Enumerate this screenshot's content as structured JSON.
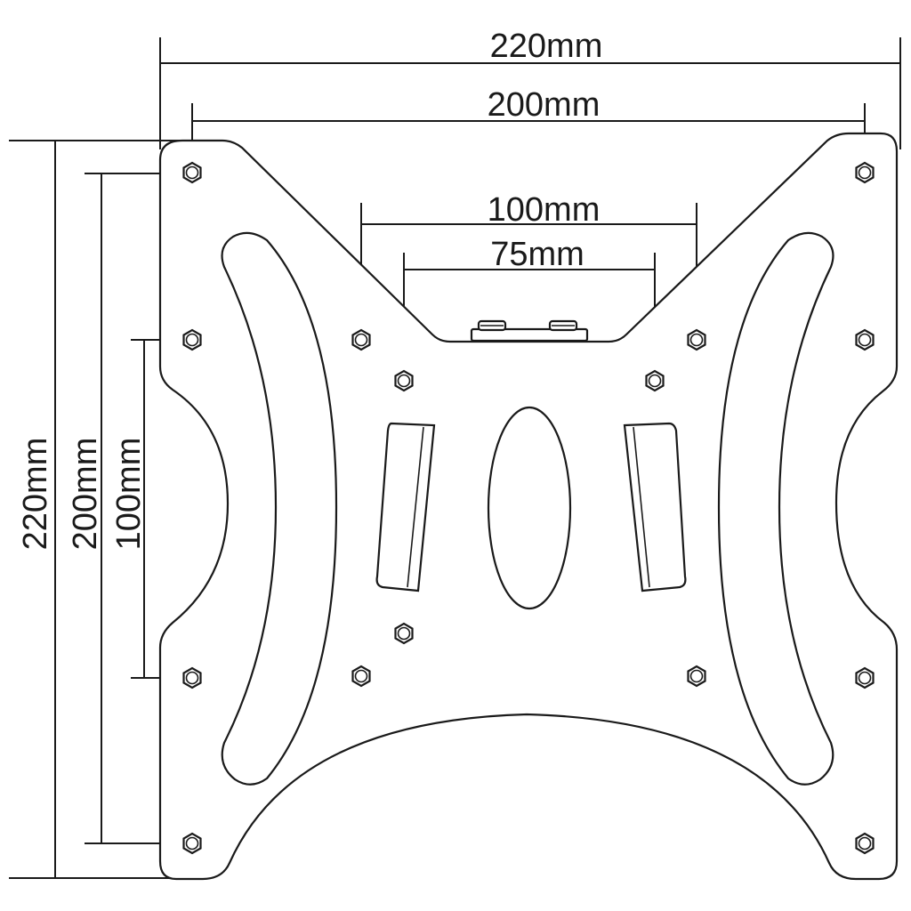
{
  "dimensions": {
    "horizontal_220": "220mm",
    "horizontal_200": "200mm",
    "horizontal_100": "100mm",
    "horizontal_75": "75mm",
    "vertical_220": "220mm",
    "vertical_200": "200mm",
    "vertical_100": "100mm"
  }
}
